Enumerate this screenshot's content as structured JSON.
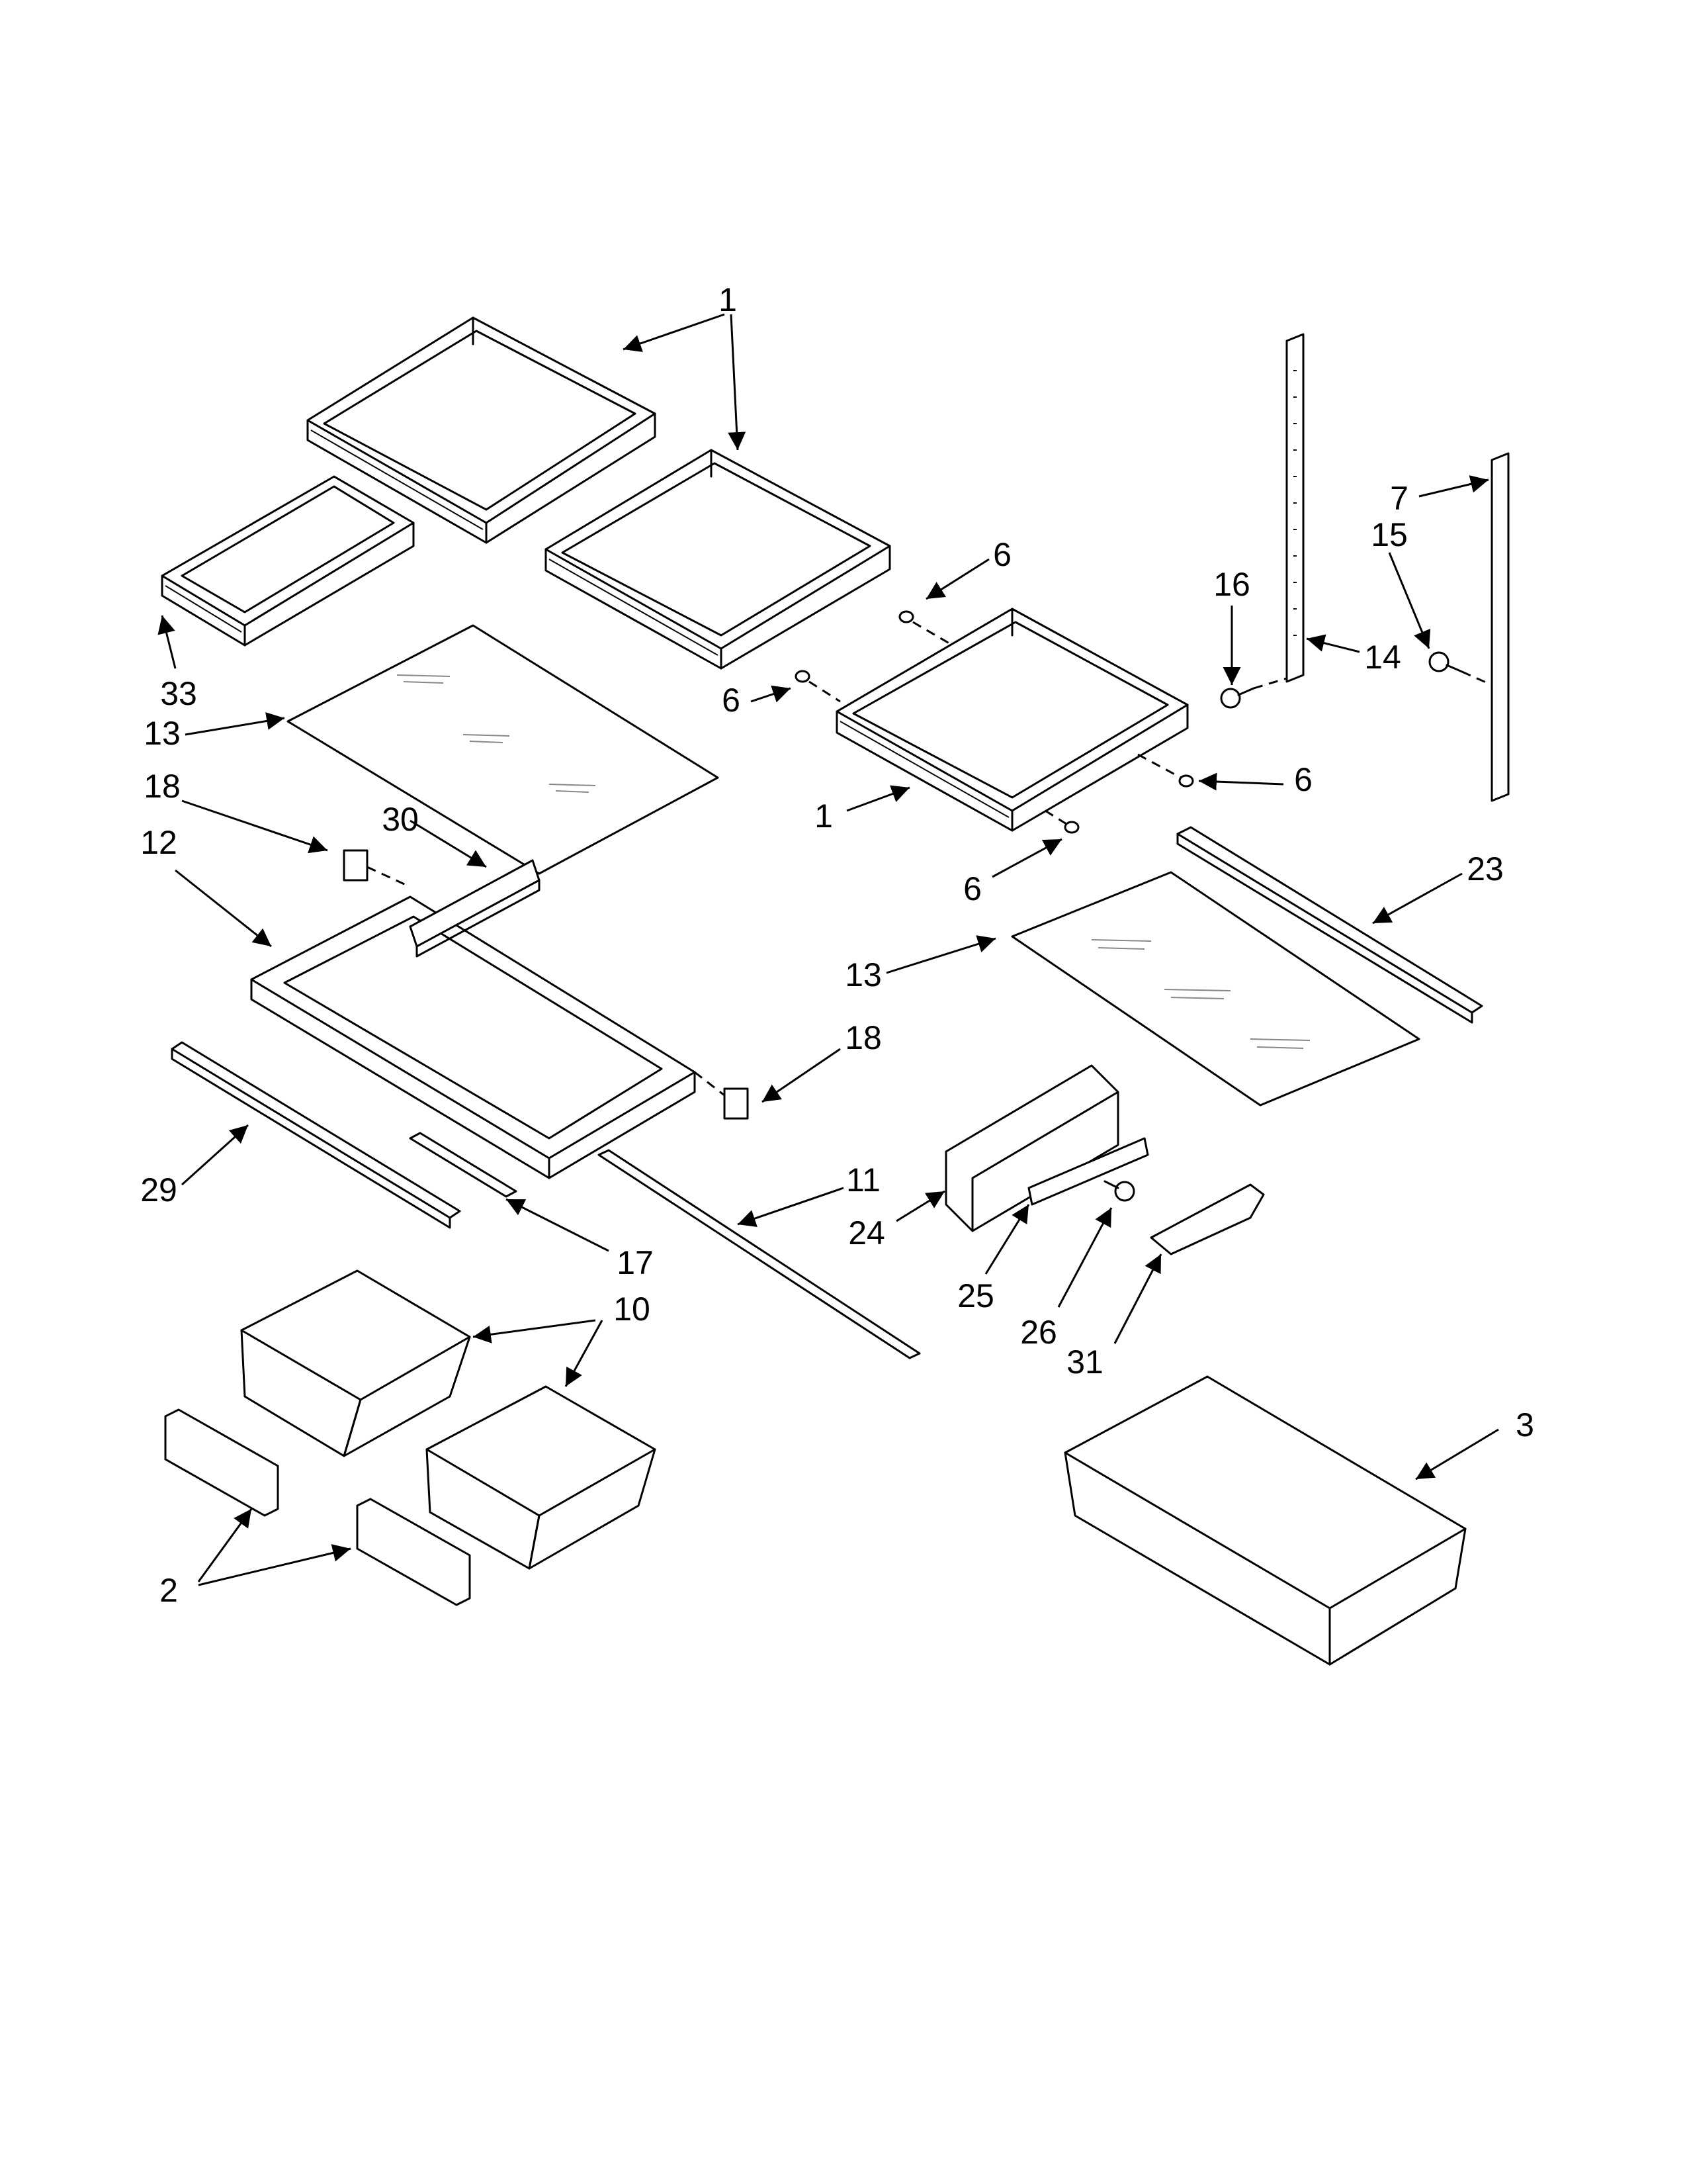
{
  "callouts": {
    "c1_top": "1",
    "c33": "33",
    "c13_left": "13",
    "c18_left": "18",
    "c30": "30",
    "c12": "12",
    "c6_top": "6",
    "c6_left": "6",
    "c6_right": "6",
    "c6_bottom": "6",
    "c1_right": "1",
    "c16": "16",
    "c14": "14",
    "c7": "7",
    "c15": "15",
    "c23": "23",
    "c13_right": "13",
    "c18_right": "18",
    "c29": "29",
    "c17": "17",
    "c11": "11",
    "c24": "24",
    "c25": "25",
    "c26": "26",
    "c31": "31",
    "c10": "10",
    "c3": "3",
    "c2": "2"
  }
}
